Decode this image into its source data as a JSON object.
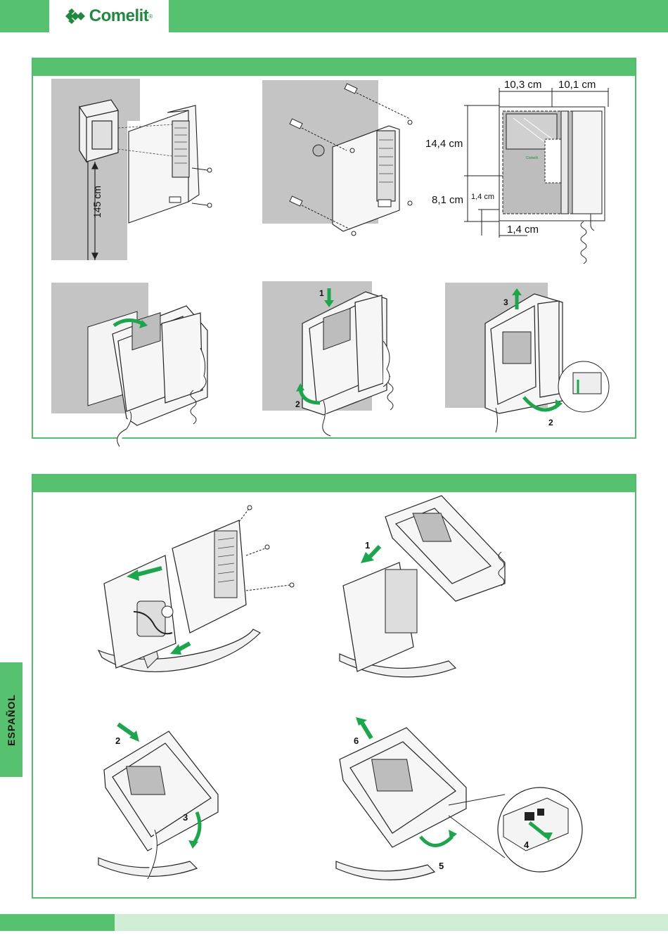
{
  "header": {
    "brand": "Comelit",
    "registered": "®"
  },
  "sidebar": {
    "language_tab": "ESPAÑOL"
  },
  "figure1": {
    "height_label": "145 cm",
    "dims": {
      "width_left": "10,3 cm",
      "width_right": "10,1 cm",
      "height_top": "14,4 cm",
      "height_bottom": "8,1 cm",
      "offset_small": "1,4 cm",
      "offset_bottom": "1,4 cm"
    },
    "steps": {
      "b1": "1",
      "b2": "2",
      "c3": "3",
      "c2": "2"
    }
  },
  "figure2": {
    "steps": {
      "s1": "1",
      "s2": "2",
      "s3": "3",
      "s4": "4",
      "s5": "5",
      "s6": "6"
    }
  },
  "colors": {
    "brand_green": "#56c16e",
    "arrow_green": "#1aa64a",
    "wall_gray": "#c4c4c4"
  }
}
